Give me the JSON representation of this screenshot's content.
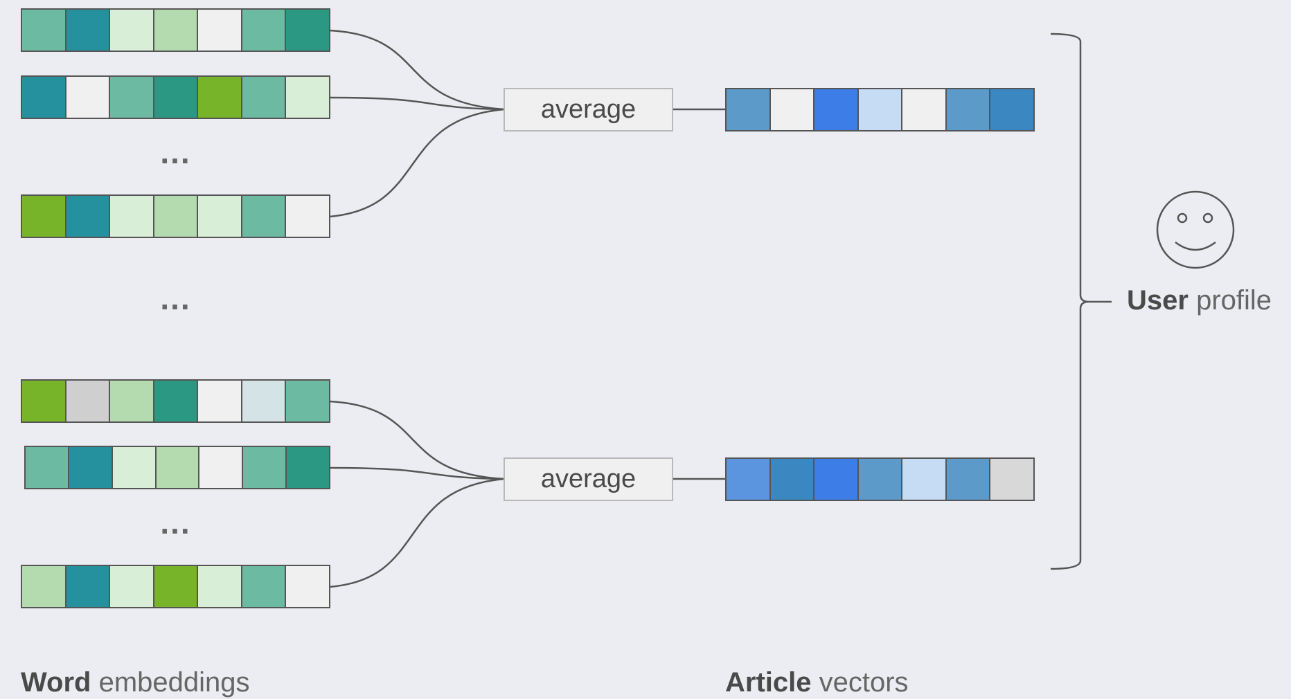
{
  "groups": [
    {
      "word_vectors": [
        [
          "#6dbaa2",
          "#26919e",
          "#d9eed7",
          "#b4dbb0",
          "#f0f0f0",
          "#6dbaa2",
          "#2a9882"
        ],
        [
          "#26919e",
          "#f0f0f0",
          "#6dbaa2",
          "#2a9882",
          "#78b42a",
          "#6dbaa2",
          "#d9eed7"
        ],
        [
          "#78b42a",
          "#26919e",
          "#d9eed7",
          "#b4dbb0",
          "#d9eed7",
          "#6dbaa2",
          "#f0f0f0"
        ]
      ],
      "average_label": "average",
      "article_vector": [
        "#5b9ac9",
        "#f0f0f0",
        "#3c7de8",
        "#c6dcf5",
        "#f0f0f0",
        "#5b9ac9",
        "#3b87c2"
      ]
    },
    {
      "word_vectors": [
        [
          "#78b42a",
          "#cfcfcf",
          "#b4dbb0",
          "#2a9882",
          "#f0f0f0",
          "#d3e3e6",
          "#6dbaa2"
        ],
        [
          "#6dbaa2",
          "#26919e",
          "#d9eed7",
          "#b4dbb0",
          "#f0f0f0",
          "#6dbaa2",
          "#2a9882"
        ],
        [
          "#b4dbb0",
          "#26919e",
          "#d9eed7",
          "#78b42a",
          "#d9eed7",
          "#6dbaa2",
          "#f0f0f0"
        ]
      ],
      "average_label": "average",
      "article_vector": [
        "#5b95e0",
        "#3b87c2",
        "#3c7de8",
        "#5b9ac9",
        "#c6dcf5",
        "#5b9ac9",
        "#d8d8d8"
      ]
    }
  ],
  "ellipsis": "...",
  "captions": {
    "word_bold": "Word",
    "word_rest": " embeddings",
    "article_bold": "Article",
    "article_rest": " vectors"
  },
  "user_profile": {
    "bold": "User",
    "rest": " profile",
    "icon": "smiley-face-icon"
  },
  "colors": {
    "background": "#ebedf2",
    "line": "#555555"
  }
}
